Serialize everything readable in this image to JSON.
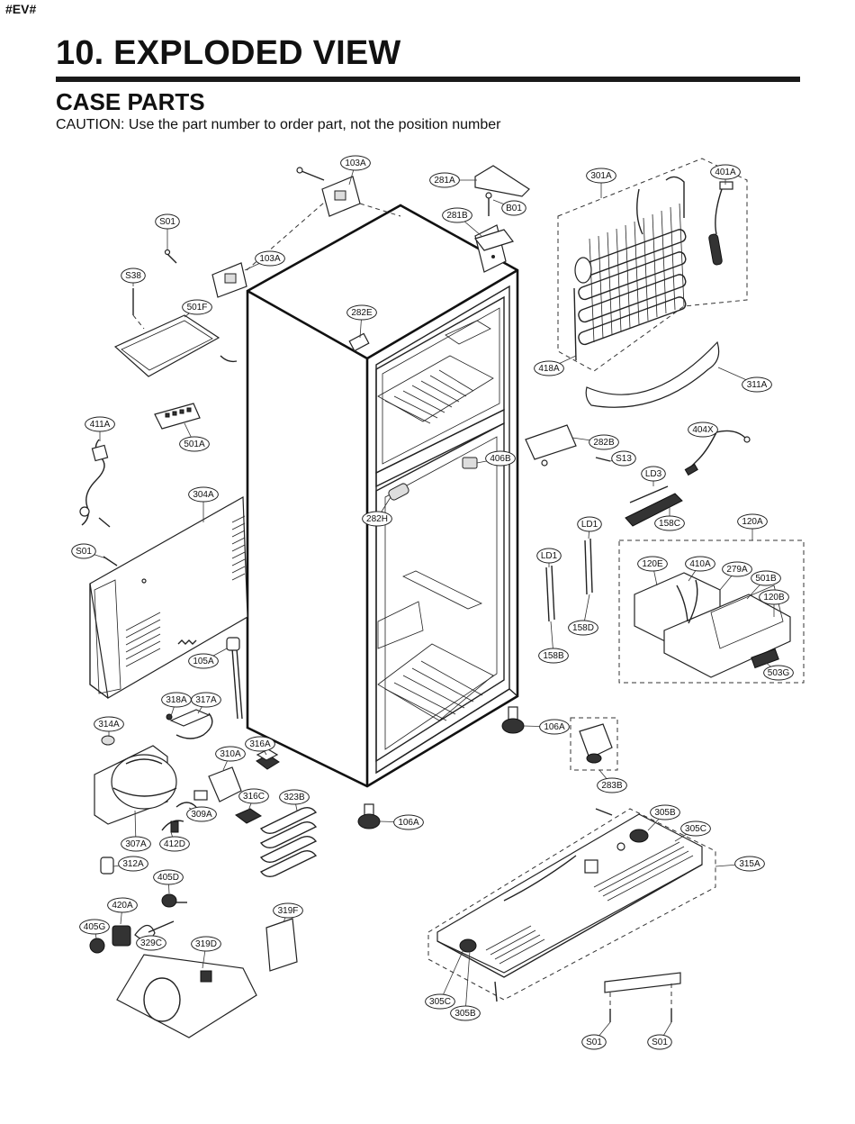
{
  "header": {
    "tag": "#EV#",
    "title": "10. EXPLODED VIEW",
    "subtitle": "CASE PARTS",
    "caution": "CAUTION: Use the part number to order part, not the position number"
  },
  "labels": {
    "l103a_top": "103A",
    "l103a_mid": "103A",
    "l281a": "281A",
    "lb01": "B01",
    "l281b": "281B",
    "l301a": "301A",
    "l401a": "401A",
    "ls01_top": "S01",
    "ls38": "S38",
    "l501f": "501F",
    "l282e": "282E",
    "l418a": "418A",
    "l311a": "311A",
    "l411a": "411A",
    "l501a": "501A",
    "l282b": "282B",
    "ls13": "S13",
    "l406b": "406B",
    "l404x": "404X",
    "lld3": "LD3",
    "l304a": "304A",
    "l282h": "282H",
    "l158c": "158C",
    "lld1_a": "LD1",
    "l120a": "120A",
    "ls01_left": "S01",
    "lld1_b": "LD1",
    "l120e": "120E",
    "l410a": "410A",
    "l279a": "279A",
    "l501b": "501B",
    "l120b": "120B",
    "l158d": "158D",
    "l158b": "158B",
    "l503g": "503G",
    "l105a": "105A",
    "l318a": "318A",
    "l317a": "317A",
    "l314a": "314A",
    "l106a_r": "106A",
    "l316a": "316A",
    "l310a": "310A",
    "l283b": "283B",
    "l316c": "316C",
    "l323b": "323B",
    "l309a": "309A",
    "l106a_b": "106A",
    "l305b_top": "305B",
    "l305c_top": "305C",
    "l307a": "307A",
    "l412d": "412D",
    "l312a": "312A",
    "l315a": "315A",
    "l405d": "405D",
    "l420a": "420A",
    "l319f": "319F",
    "l405g": "405G",
    "l329c": "329C",
    "l319d": "319D",
    "l305c_bot": "305C",
    "l305b_bot": "305B",
    "ls01_b1": "S01",
    "ls01_b2": "S01"
  }
}
